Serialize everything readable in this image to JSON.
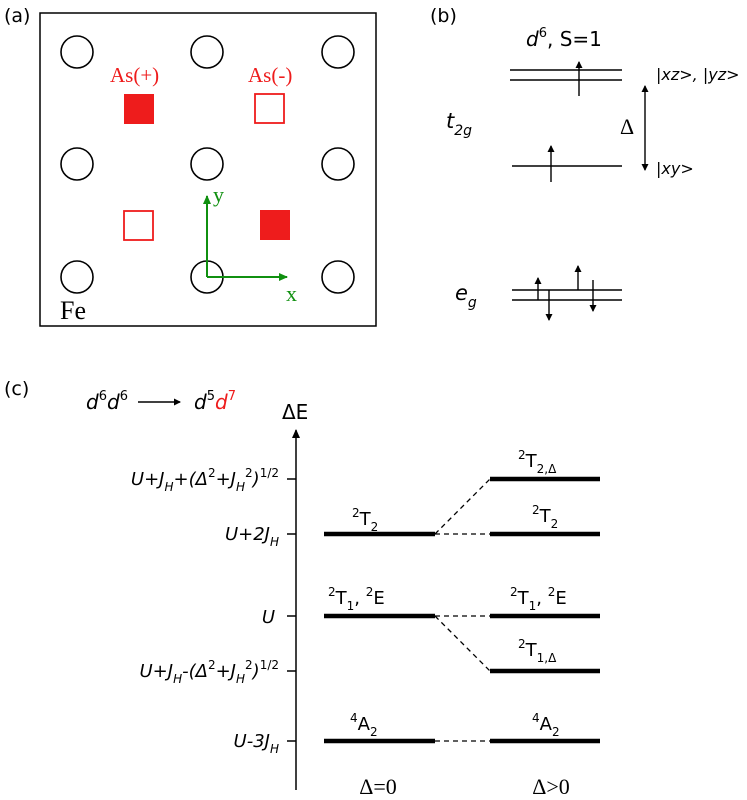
{
  "panel_a": {
    "label": "(a)",
    "as_plus": "As(+)",
    "as_minus": "As(-)",
    "fe": "Fe",
    "axis_x": "x",
    "axis_y": "y",
    "colors": {
      "as": "#ee1c1c",
      "axes": "#109010",
      "fe": "#000000"
    }
  },
  "panel_b": {
    "label": "(b)",
    "config_d": "d",
    "config_sup": "6",
    "config_spin": ", S=1",
    "t2g_main": "t",
    "t2g_sub": "2g",
    "eg_main": "e",
    "eg_sub": "g",
    "upper_state": "|xz>, |yz>",
    "lower_state": "|xy>",
    "delta": "Δ"
  },
  "panel_c": {
    "label": "(c)",
    "transition": {
      "l1": "d",
      "l1_sup": "6",
      "l2": "d",
      "l2_sup": "6",
      "r1": "d",
      "r1_sup": "5",
      "r2": "d",
      "r2_sup": "7"
    },
    "axis_label": "ΔE",
    "levels": [
      {
        "text": "U+J",
        "sub": "H",
        "rest": "+(Δ",
        "sup2": "2",
        "rest2": "+J",
        "sub2": "H",
        "sup3": "2",
        "rest3": ")",
        "sup4": "1/2"
      },
      {
        "text": "U+2J",
        "sub": "H"
      },
      {
        "text": "U"
      },
      {
        "text": "U+J",
        "sub": "H",
        "rest": "-(Δ",
        "sup2": "2",
        "rest2": "+J",
        "sub2": "H",
        "sup3": "2",
        "rest3": ")",
        "sup4": "1/2"
      },
      {
        "text": "U-3J",
        "sub": "H"
      }
    ],
    "terms_left": {
      "t2": {
        "sup": "2",
        "main": "T",
        "sub": "2"
      },
      "t1e": {
        "sup": "2",
        "main": "T",
        "sub": "1",
        "mid": ", ",
        "sup2": "2",
        "main2": "E"
      },
      "a2": {
        "sup": "4",
        "main": "A",
        "sub": "2"
      }
    },
    "terms_right": {
      "t2d": {
        "sup": "2",
        "main": "T",
        "sub": "2,Δ"
      },
      "t2": {
        "sup": "2",
        "main": "T",
        "sub": "2"
      },
      "t1e": {
        "sup": "2",
        "main": "T",
        "sub": "1",
        "mid": ", ",
        "sup2": "2",
        "main2": "E"
      },
      "t1d": {
        "sup": "2",
        "main": "T",
        "sub": "1,Δ"
      },
      "a2": {
        "sup": "4",
        "main": "A",
        "sub": "2"
      }
    },
    "bottom_left": "Δ=0",
    "bottom_right": "Δ>0",
    "color_highlight": "#ee1c1c"
  }
}
